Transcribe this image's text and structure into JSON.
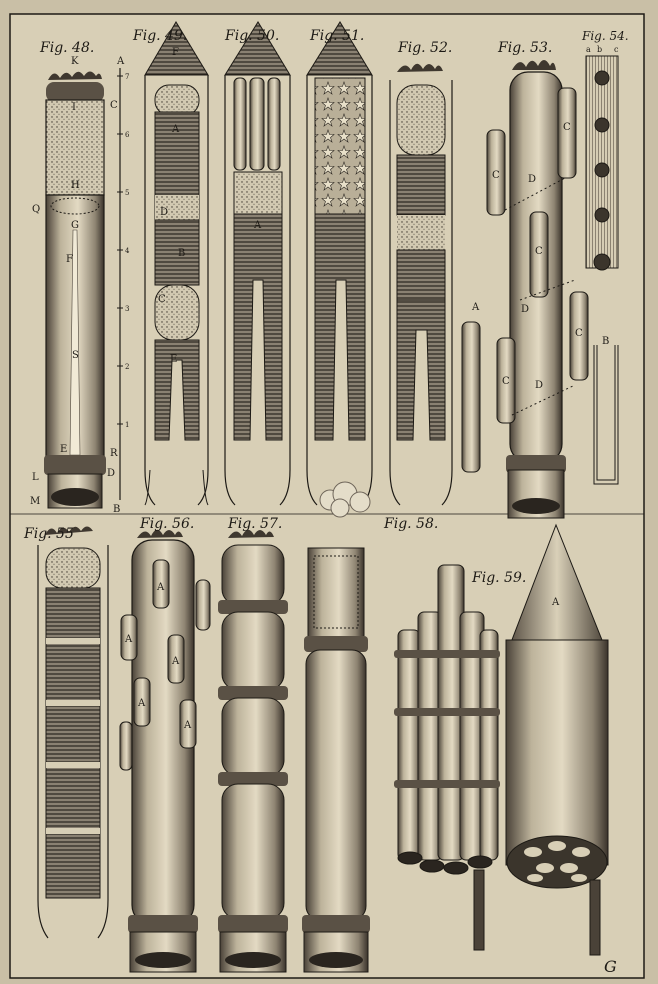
{
  "plate": {
    "colors": {
      "paper": "#d8cfb6",
      "ink": "#1d1a15",
      "shade": "#6f665a",
      "fill": "#e6dec8"
    },
    "figures": [
      {
        "id": "48",
        "label": "Fig. 48.",
        "parts": [
          "K",
          "I",
          "H",
          "G",
          "F",
          "S",
          "E",
          "L",
          "M",
          "A",
          "C",
          "R",
          "D",
          "B",
          "Q"
        ]
      },
      {
        "id": "49",
        "label": "Fig. 49.",
        "parts": [
          "F",
          "A",
          "D",
          "B",
          "C",
          "E"
        ]
      },
      {
        "id": "50",
        "label": "Fig. 50.",
        "parts": [
          "A"
        ]
      },
      {
        "id": "51",
        "label": "Fig. 51.",
        "parts": []
      },
      {
        "id": "52",
        "label": "Fig. 52.",
        "parts": [
          "A"
        ]
      },
      {
        "id": "53",
        "label": "Fig. 53.",
        "parts": [
          "C",
          "D"
        ]
      },
      {
        "id": "54",
        "label": "Fig. 54.",
        "parts": [
          "a",
          "b",
          "c",
          "B"
        ]
      },
      {
        "id": "55",
        "label": "Fig. 55",
        "parts": []
      },
      {
        "id": "56",
        "label": "Fig. 56.",
        "parts": [
          "A"
        ]
      },
      {
        "id": "57",
        "label": "Fig. 57.",
        "parts": []
      },
      {
        "id": "58",
        "label": "Fig. 58.",
        "parts": []
      },
      {
        "id": "59",
        "label": "Fig. 59.",
        "parts": [
          "A"
        ]
      }
    ],
    "scale_marks": [
      "7",
      "6",
      "5",
      "4",
      "3",
      "2",
      "1"
    ],
    "plate_letter": "G"
  }
}
